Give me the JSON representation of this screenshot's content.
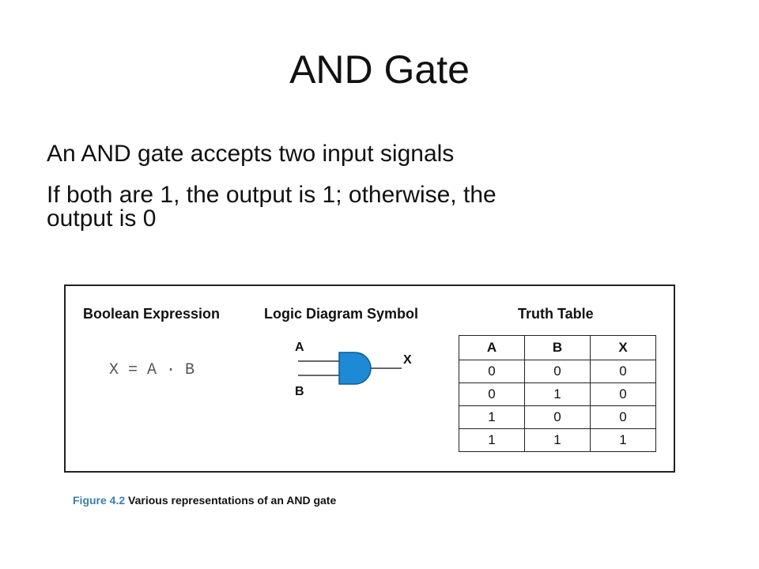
{
  "slide": {
    "title": "AND Gate",
    "bullets": [
      "An AND gate accepts two input signals",
      "If both are 1, the output is 1; otherwise, the output is 0"
    ]
  },
  "figure": {
    "headings": {
      "boolean": "Boolean Expression",
      "logic": "Logic Diagram Symbol",
      "truth": "Truth Table"
    },
    "expression": "X = A · B",
    "gate": {
      "input_a": "A",
      "input_b": "B",
      "output": "X",
      "fill_color": "#1e8ad6"
    },
    "truth_table": {
      "headers": [
        "A",
        "B",
        "X"
      ],
      "rows": [
        [
          "0",
          "0",
          "0"
        ],
        [
          "0",
          "1",
          "0"
        ],
        [
          "1",
          "0",
          "0"
        ],
        [
          "1",
          "1",
          "1"
        ]
      ]
    },
    "caption_label": "Figure 4.2",
    "caption_text": "Various representations of an AND gate",
    "caption_color": "#3a7fb0"
  }
}
